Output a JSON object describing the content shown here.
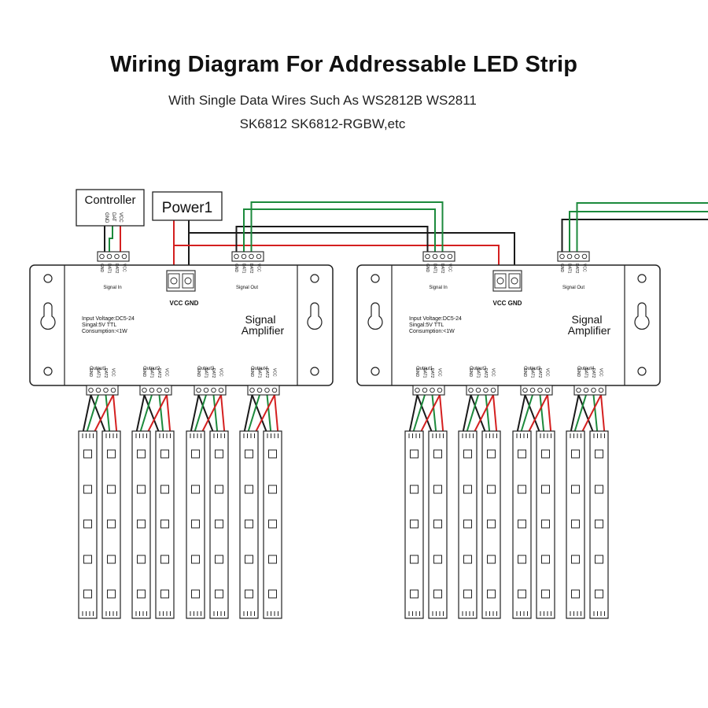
{
  "header": {
    "title": "Wiring Diagram For Addressable LED Strip",
    "subtitle_line1": "With Single Data Wires Such As WS2812B WS2811",
    "subtitle_line2": "SK6812 SK6812-RGBW,etc"
  },
  "controller": {
    "label": "Controller",
    "pins": [
      "GND",
      "DAT",
      "VCC"
    ]
  },
  "power": {
    "label": "Power1"
  },
  "amplifier": {
    "name_line1": "Signal",
    "name_line2": "Amplifier",
    "spec_lines": [
      "Input Voltage:DC5-24",
      "Singal:5V TTL",
      "Consumption:<1W"
    ],
    "power_terminal_label": "VCC GND",
    "signal_in_label": "Signal In",
    "signal_out_label": "Signal Out",
    "terminal_pins": [
      "GND",
      "DAT1",
      "DAT2",
      "VCC"
    ],
    "output_labels": [
      "Output1",
      "Output2",
      "Output3",
      "Output4"
    ]
  },
  "colors": {
    "gnd_wire": "#1a1a1a",
    "data_wire": "#1c8a3c",
    "vcc_wire": "#d42020",
    "outline": "#222222"
  }
}
